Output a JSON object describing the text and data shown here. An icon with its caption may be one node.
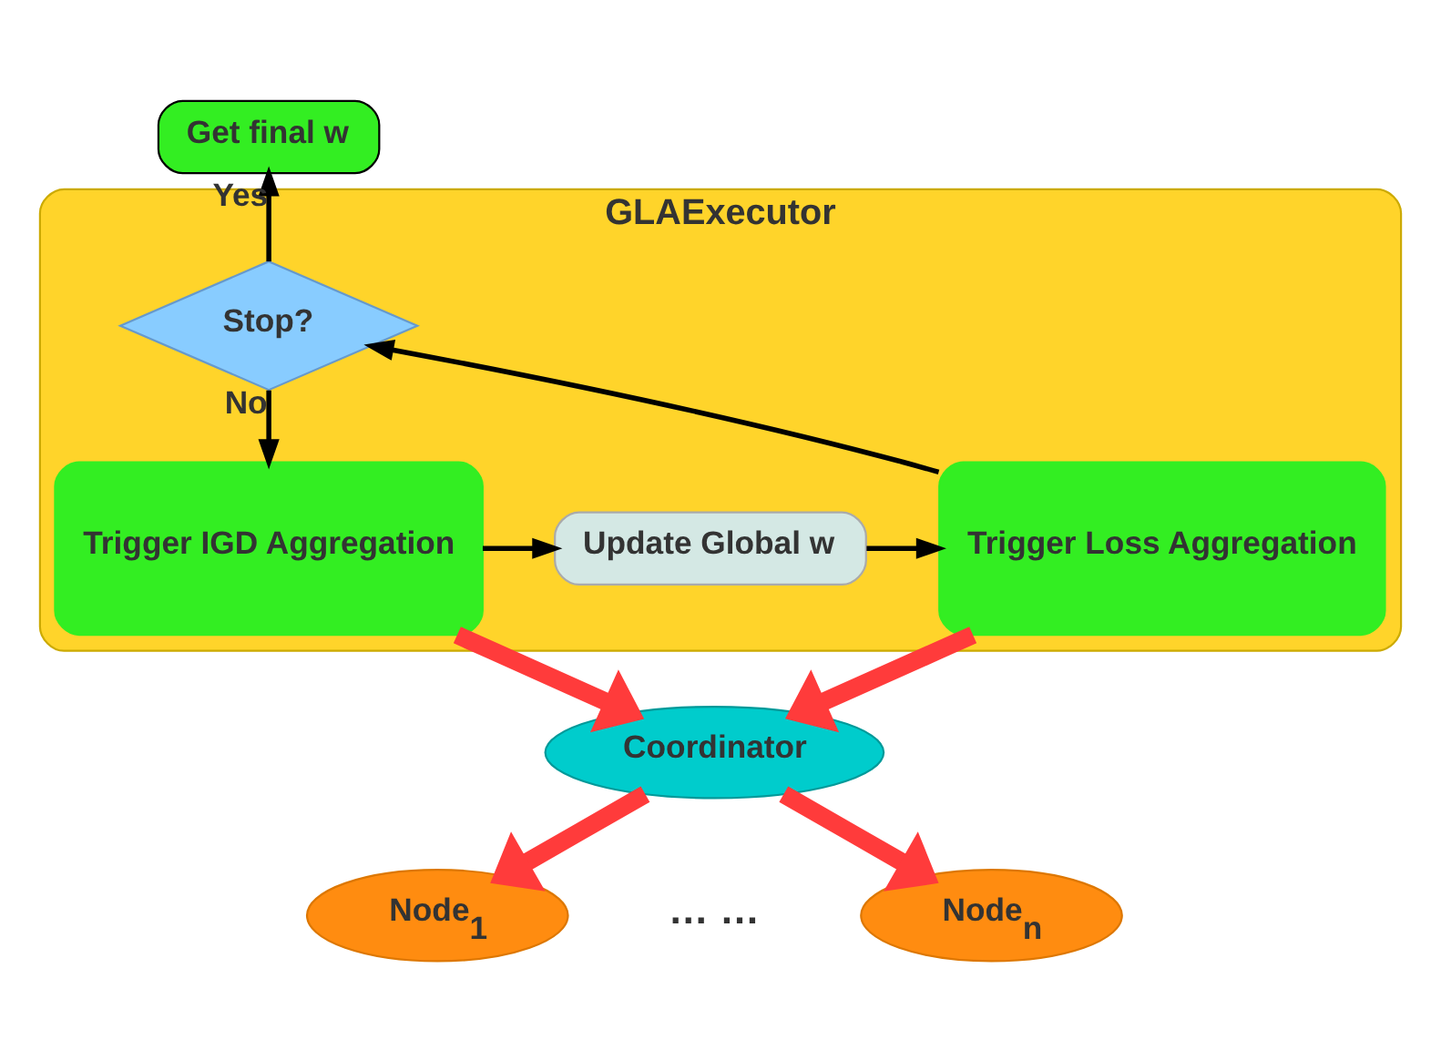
{
  "diagram": {
    "nodes": [
      {
        "text": [
          "Get final w"
        ]
      },
      {
        "text": [
          "GLAExecutor"
        ]
      },
      {
        "text": [
          "Stop?"
        ],
        "in": 1
      },
      {
        "text": [
          "Trigger IGD Aggregation"
        ],
        "in": 1
      },
      {
        "text": [
          "Update Global w"
        ],
        "in": 1
      },
      {
        "text": [
          "Trigger Loss Aggregation"
        ],
        "in": 1
      },
      {
        "text": [
          "Coordinator"
        ]
      },
      {
        "text": [
          "Node$_{1}$"
        ]
      },
      {
        "text": [
          "Node$_{n}$"
        ]
      }
    ],
    "edges": [
      {
        "from": 2,
        "to": 0,
        "arrow": "to",
        "label": "Yes"
      },
      {
        "from": 2,
        "to": 3,
        "arrow": "to",
        "label": "No"
      },
      {
        "from": 3,
        "to": 4,
        "arrow": "to"
      },
      {
        "from": 4,
        "to": 5,
        "arrow": "to"
      },
      {
        "from": 5,
        "to": 2,
        "arrow": "to"
      },
      {
        "from": 3,
        "to": 6,
        "arrow": "to",
        "style": "thick",
        "color": "#ff3b3b"
      },
      {
        "from": 5,
        "to": 6,
        "arrow": "to",
        "style": "thick",
        "color": "#ff3b3b"
      },
      {
        "from": 6,
        "to": 7,
        "arrow": "to",
        "style": "thick",
        "color": "#ff3b3b"
      },
      {
        "from": 6,
        "to": 8,
        "arrow": "to",
        "style": "thick",
        "color": "#ff3b3b"
      }
    ],
    "labels": [
      "… …"
    ]
  }
}
